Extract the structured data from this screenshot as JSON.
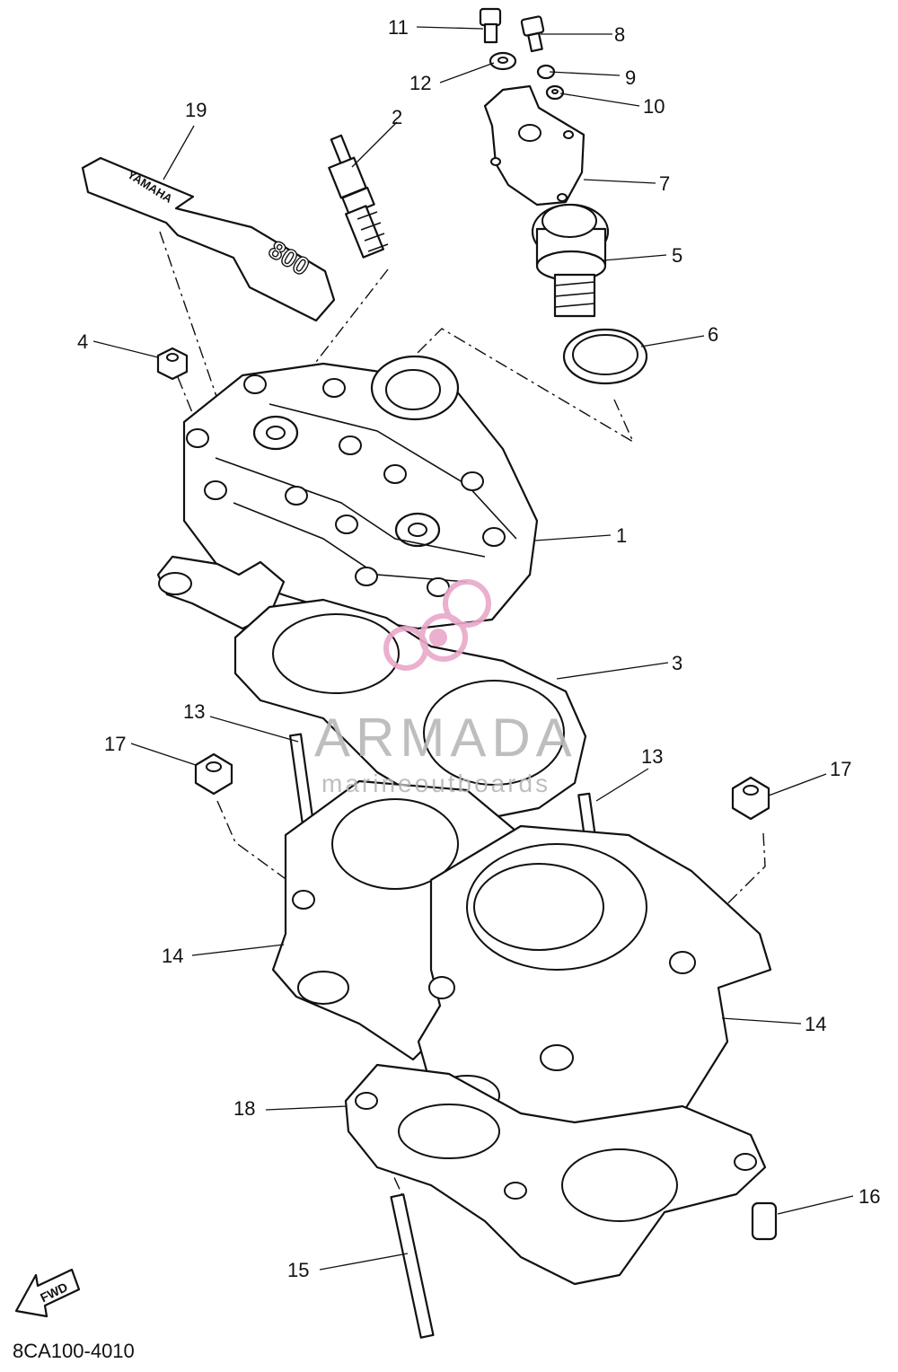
{
  "diagram": {
    "code": "8CA100-4010",
    "fwd_arrow": "FWD",
    "brand_decal": "YAMAHA",
    "model_decal": "800",
    "callouts": [
      "1",
      "2",
      "3",
      "4",
      "5",
      "6",
      "7",
      "8",
      "9",
      "10",
      "11",
      "12",
      "13",
      "13",
      "14",
      "14",
      "15",
      "16",
      "17",
      "17",
      "18",
      "19"
    ]
  },
  "watermark": {
    "title": "ARMADA",
    "subtitle": "marineoutboards"
  },
  "colors": {
    "line": "#111111",
    "background": "#ffffff",
    "watermark_logo": "#e8a8c8",
    "watermark_text": "#b7b7b7"
  }
}
